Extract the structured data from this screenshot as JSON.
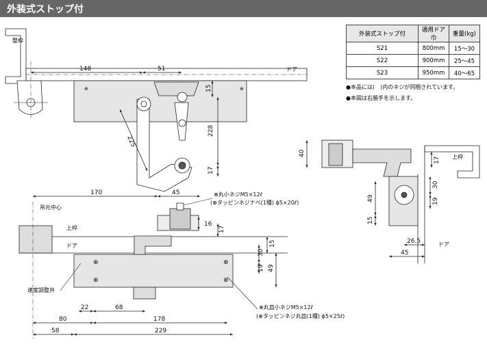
{
  "header": {
    "title": "外装式ストップ付"
  },
  "spec_table": {
    "headers": [
      "外装式ストップ付",
      "適用ドア巾",
      "重量(kg)"
    ],
    "rows": [
      [
        "S21",
        "800mm",
        "15～30"
      ],
      [
        "S22",
        "900mm",
        "25～45"
      ],
      [
        "S23",
        "950mm",
        "40～65"
      ]
    ]
  },
  "notes": [
    "●本品には(　)内のネジが同梱されています。",
    "●本図は右勝手を示します。"
  ],
  "labels": {
    "frame": "整枠",
    "door_top": "ドア",
    "upper_frame": "上枠",
    "door": "ドア",
    "pivot_center": "吊元中心",
    "speed_valve": "速度調整弁",
    "side_upper_frame": "上枠",
    "side_door": "ドア",
    "screw_top_1": "⊕丸小ネジM5×12ℓ",
    "screw_top_2": "(⊕タッピンネジナベ(1種) ɸ5×20ℓ)",
    "screw_bot_1": "⊕丸皿小ネジM5×12ℓ",
    "screw_bot_2": "(⊕タッピンネジ丸皿(1種) ɸ5×25ℓ)"
  },
  "dimensions": {
    "top": {
      "d148": "148",
      "d51": "51",
      "d15": "15",
      "d228": "228",
      "d17": "17",
      "d225": "225"
    },
    "bottom": {
      "d170": "170",
      "d45": "45",
      "d16": "16",
      "d17": "17",
      "d15": "15",
      "d30": "30",
      "d19": "19",
      "d49": "49",
      "d22": "22",
      "d68": "68",
      "d80": "80",
      "d178": "178",
      "d58": "58",
      "d229": "229"
    },
    "side": {
      "d40": "40",
      "d17": "17",
      "d30": "30",
      "d49": "49",
      "d19": "19",
      "d15": "15",
      "d26_5": "26.5",
      "d45": "45"
    }
  }
}
